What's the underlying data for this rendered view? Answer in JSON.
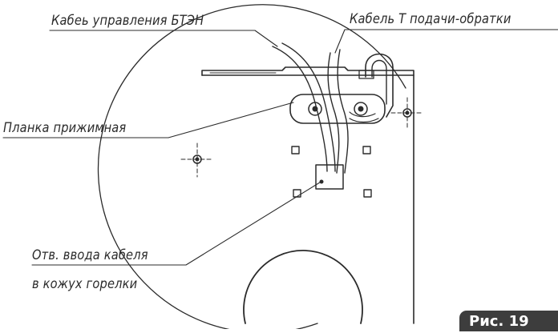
{
  "labels": {
    "control_cable": "Кабеь управления БТЭН",
    "temp_cable": "Кабель Т подачи-обратки",
    "clamp_plate": "Планка прижимная",
    "cable_hole_line1": "Отв. ввода кабеля",
    "cable_hole_line2": "в кожух горелки"
  },
  "figure": {
    "caption": "Рис. 19"
  },
  "colors": {
    "line": "#2b2b2b",
    "badge_bg": "#3d3d3d",
    "badge_text": "#ffffff"
  }
}
